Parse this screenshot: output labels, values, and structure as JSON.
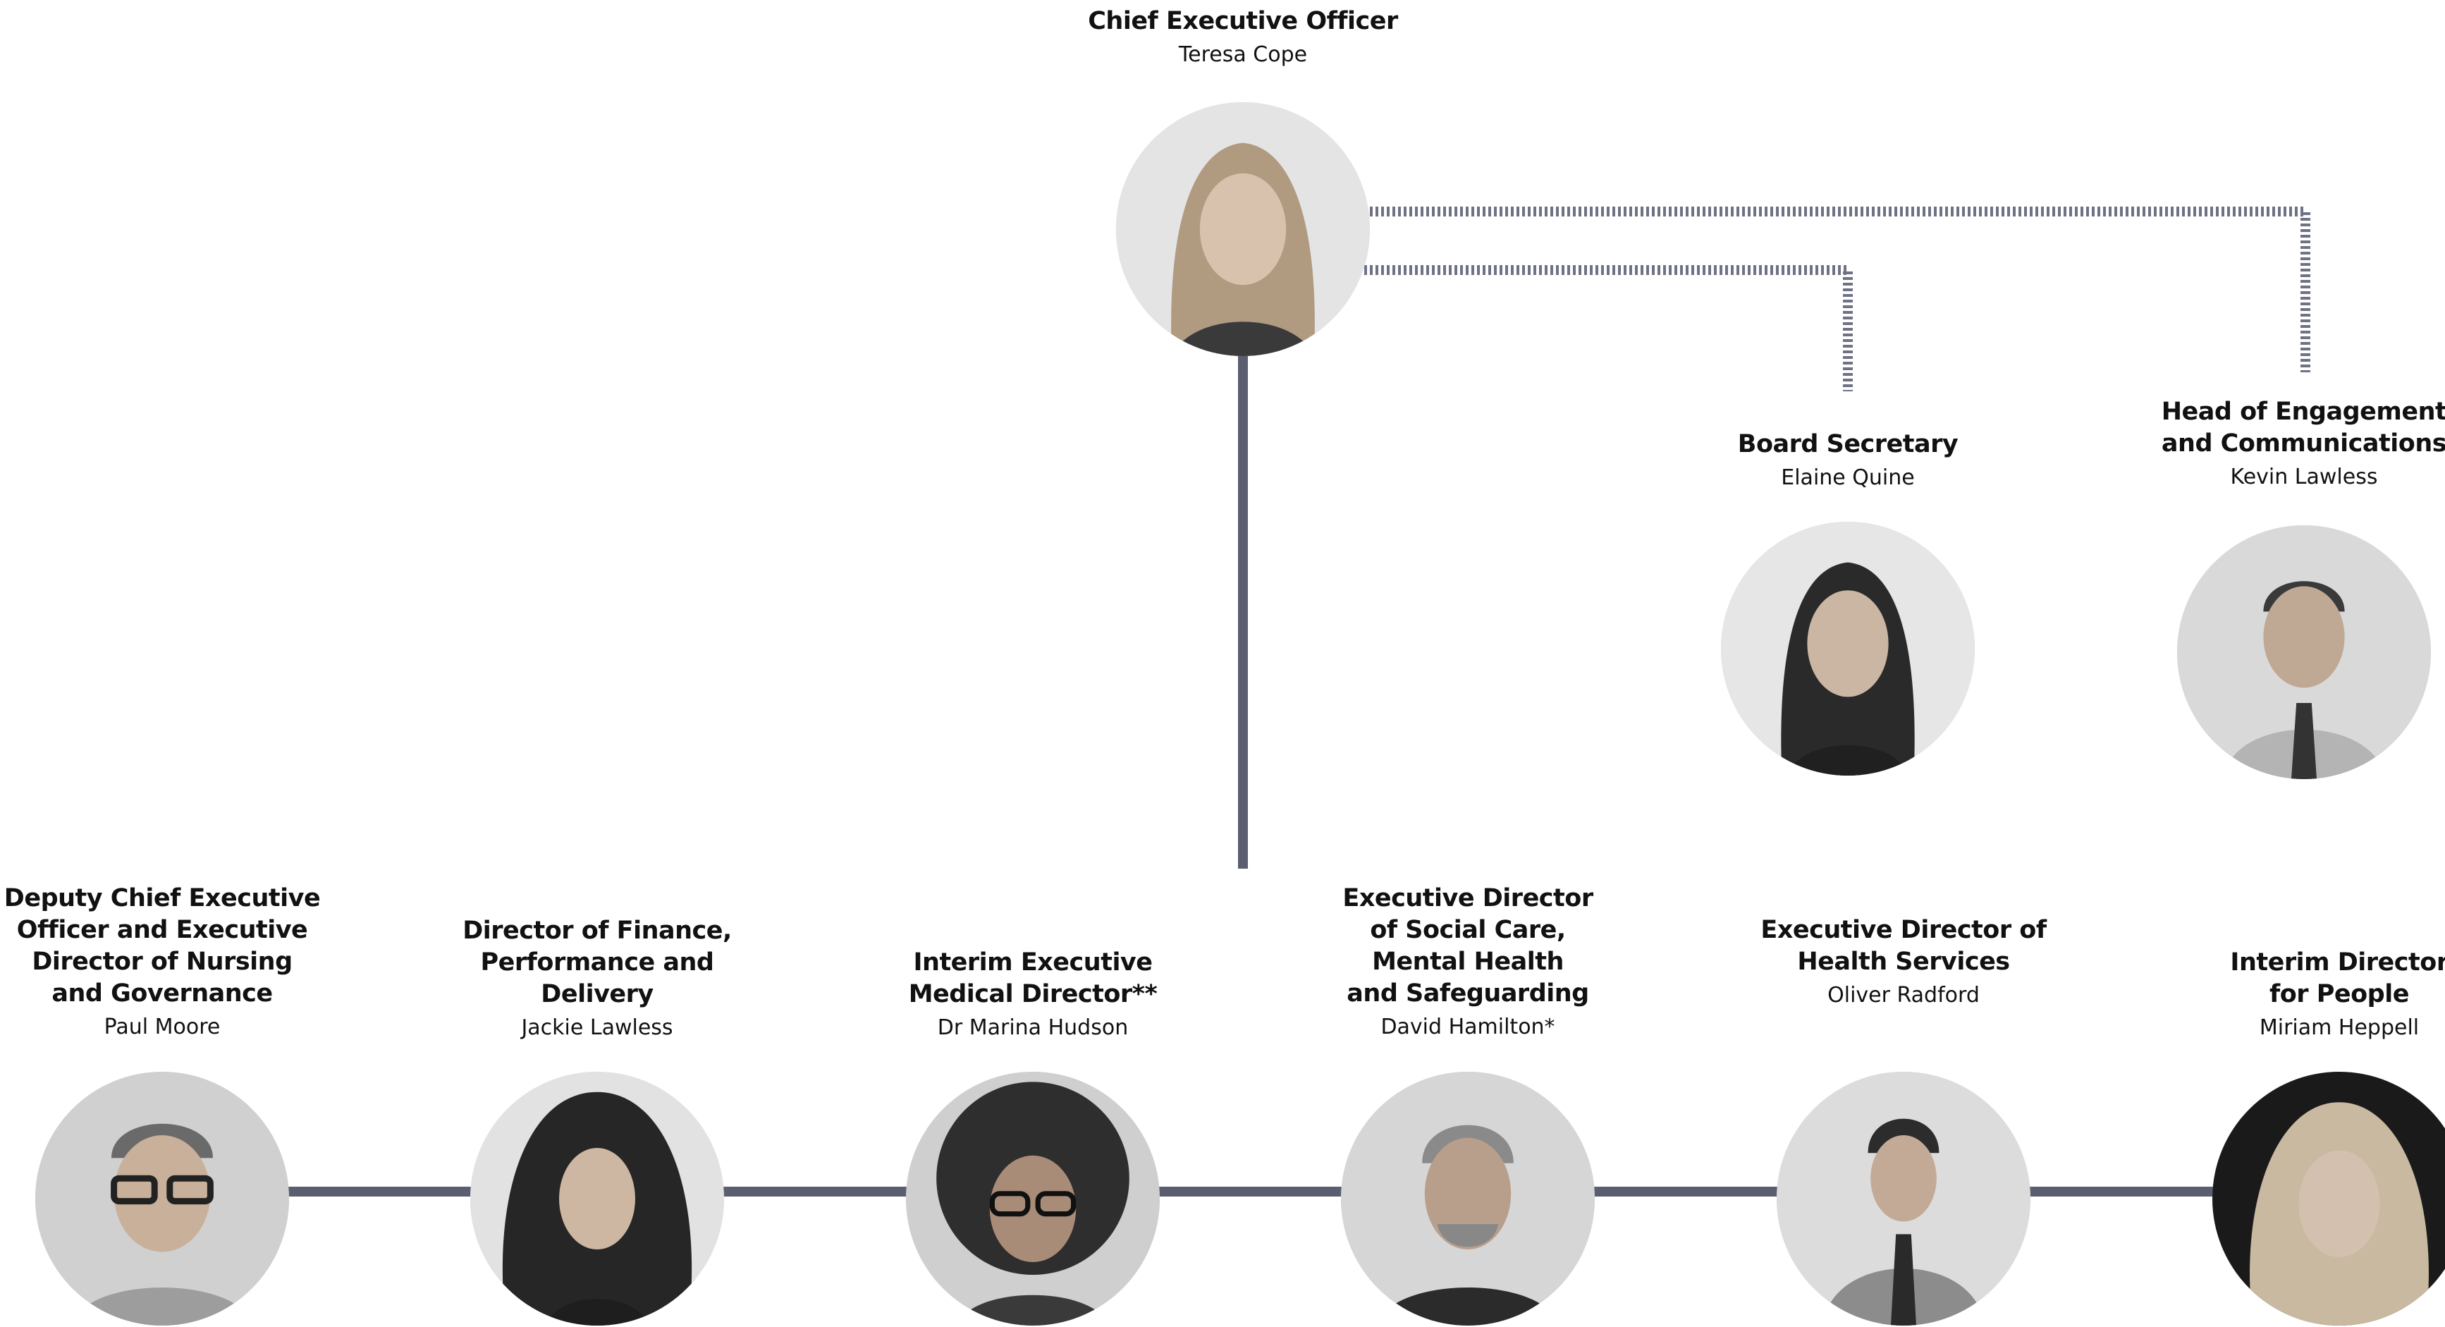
{
  "ceo": {
    "role": "Chief Executive Officer",
    "name": "Teresa Cope"
  },
  "staff": {
    "board_secretary": {
      "role": "Board Secretary",
      "name": "Elaine Quine"
    },
    "head_engagement": {
      "role": "Head of Engagement\nand Communications",
      "name": "Kevin Lawless"
    }
  },
  "executives": [
    {
      "role": "Deputy Chief Executive\nOfficer and Executive\nDirector of Nursing\nand Governance",
      "name": "Paul Moore"
    },
    {
      "role": "Director of Finance,\nPerformance and\nDelivery",
      "name": "Jackie Lawless"
    },
    {
      "role": "Interim Executive\nMedical Director**",
      "name": "Dr Marina Hudson"
    },
    {
      "role": "Executive Director\nof Social Care,\nMental Health\nand Safeguarding",
      "name": "David Hamilton*"
    },
    {
      "role": "Executive Director of\nHealth Services",
      "name": "Oliver Radford"
    },
    {
      "role": "Interim Director\nfor People",
      "name": "Miriam Heppell"
    }
  ],
  "colors": {
    "solid_line": "#5a5e70",
    "dotted_line": "#6e7284"
  }
}
